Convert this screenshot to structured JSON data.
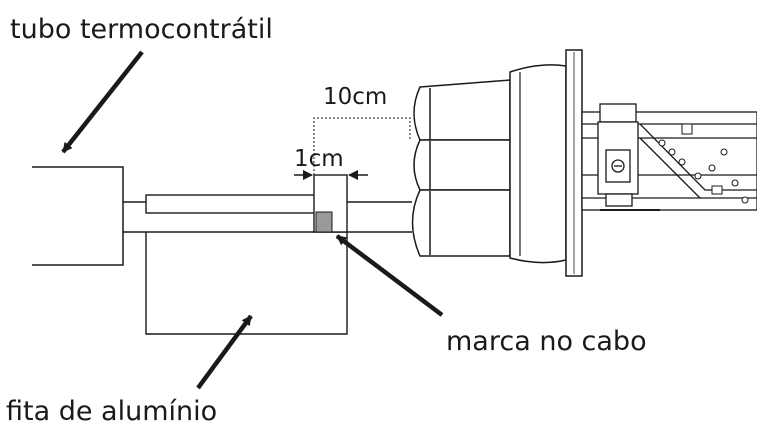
{
  "labels": {
    "heat_shrink": "tubo termocontrátil",
    "dim_10cm": "10cm",
    "dim_1cm": "1cm",
    "cable_mark": "marca no cabo",
    "aluminum_tape": "fita de alumínio"
  },
  "colors": {
    "line": "#1a1a1a",
    "mark_fill": "#9a9a9a",
    "body_fill": "#ffffff"
  }
}
